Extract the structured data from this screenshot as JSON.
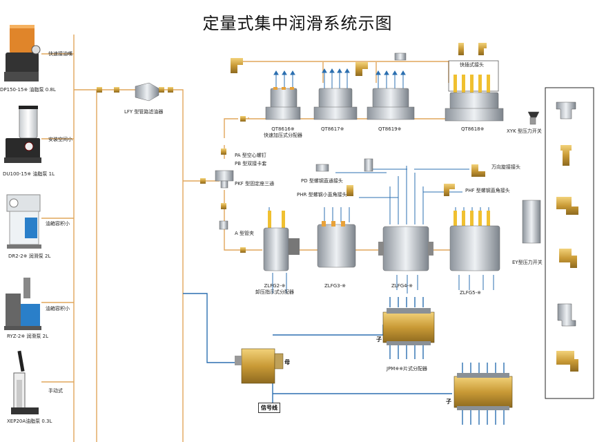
{
  "title": "定量式集中润滑系统示图",
  "pumps": [
    {
      "name": "DP150-15※ 油脂泵 0.8L",
      "note": "快速接油嘴"
    },
    {
      "name": "DU100-15※ 油脂泵 1L",
      "note": "安装空间小"
    },
    {
      "name": "DR2-2※ 润滑泵 2L",
      "note": "油箱容积小"
    },
    {
      "name": "RYZ-2※ 润滑泵 2L",
      "note": "油箱容积小"
    },
    {
      "name": "XEP20A油脂泵 0.3L",
      "note": "手动式"
    }
  ],
  "components": {
    "lfy": "LFY 型管路滤油器",
    "pa": "PA 型空心螺钉",
    "pb": "PB 型双接卡套",
    "pkf": "PKF 型固定座三通",
    "a": "A 型管夹",
    "qt8616": "QT8616※",
    "qt8616_sub": "快速加压式分配器",
    "qt8617": "QT8617※",
    "qt8619": "QT8619※",
    "qt8618": "QT8618※",
    "quick": "快插式接头",
    "xyk": "XYK 型压力开关",
    "pd": "PD 型螺钢直通接头",
    "phr": "PHR 型螺钢小直角接头",
    "wanxiang": "万向旋接接头",
    "phf": "PHF 型螺钢直角接头",
    "zlfg2": "ZLFG2-※",
    "zlfg2_sub": "卸压指示式分配器",
    "zlfg3": "ZLFG3-※",
    "zlfg4": "ZLFG4-※",
    "zlfg5": "ZLFG5-※",
    "ey": "EY型压力开关",
    "jpm": "JPM※※片式分配器",
    "zi1": "子",
    "mu": "母",
    "zi2": "子",
    "signal": "信号线"
  },
  "colors": {
    "line": "#e0a55a",
    "blue": "#2b6fb0",
    "brass": "#c9a04a"
  }
}
